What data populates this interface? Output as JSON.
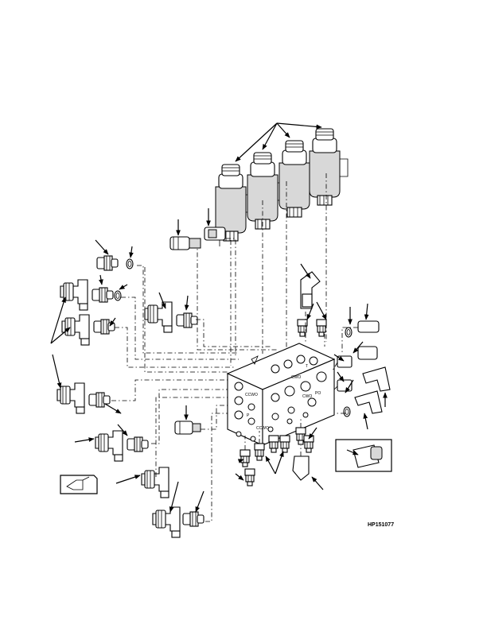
{
  "figure": {
    "id_label": "HP151077",
    "block_port_labels": [
      "T",
      "CWO",
      "CCWO",
      "P",
      "PO",
      "CWO",
      "CCWO"
    ]
  },
  "colors": {
    "line": "#000000",
    "background": "#ffffff",
    "shading": "#d8d8d8"
  },
  "icons": [
    "solenoid-coil-icon",
    "elbow-fitting-icon",
    "straight-fitting-icon",
    "o-ring-icon",
    "cartridge-valve-icon",
    "manifold-block-icon",
    "callout-arrow-icon",
    "detail-view-icon",
    "reference-symbol-icon"
  ]
}
